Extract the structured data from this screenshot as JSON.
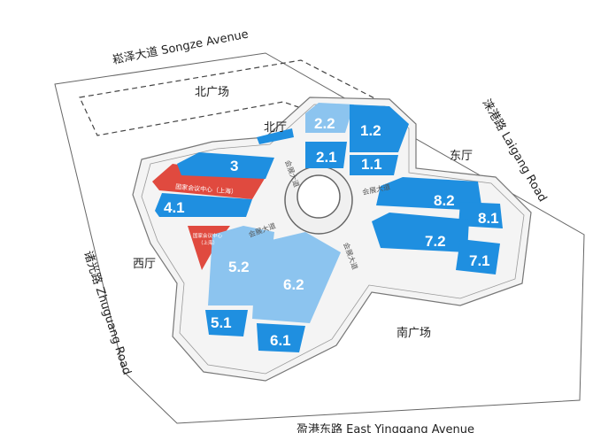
{
  "roads": {
    "north": "崧泽大道 Songze Avenue",
    "east": "涞港路 Laigang Road",
    "west": "诸光路 Zhuguang Road",
    "south": "盈港东路 East Yinggang Avenue"
  },
  "areas": {
    "north_plaza": "北广场",
    "south_plaza": "南广场",
    "north_hall": "北厅",
    "east_hall": "东厅",
    "west_hall": "西厅"
  },
  "boulevard": "会展大道",
  "halls": {
    "h1_1": "1.1",
    "h1_2": "1.2",
    "h2_1": "2.1",
    "h2_2": "2.2",
    "h3": "3",
    "h4_1": "4.1",
    "h5_1": "5.1",
    "h5_2": "5.2",
    "h6_1": "6.1",
    "h6_2": "6.2",
    "h7_1": "7.1",
    "h7_2": "7.2",
    "h8_1": "8.1",
    "h8_2": "8.2"
  },
  "convention_center": "国家会议中心（上海）",
  "convention_center_small_line1": "国家会议中心",
  "convention_center_small_line2": "（上海）",
  "colors": {
    "hall_blue": "#1f8fe0",
    "hall_light": "#8cc4ef",
    "red": "#e04a3f",
    "outline": "#555555"
  }
}
